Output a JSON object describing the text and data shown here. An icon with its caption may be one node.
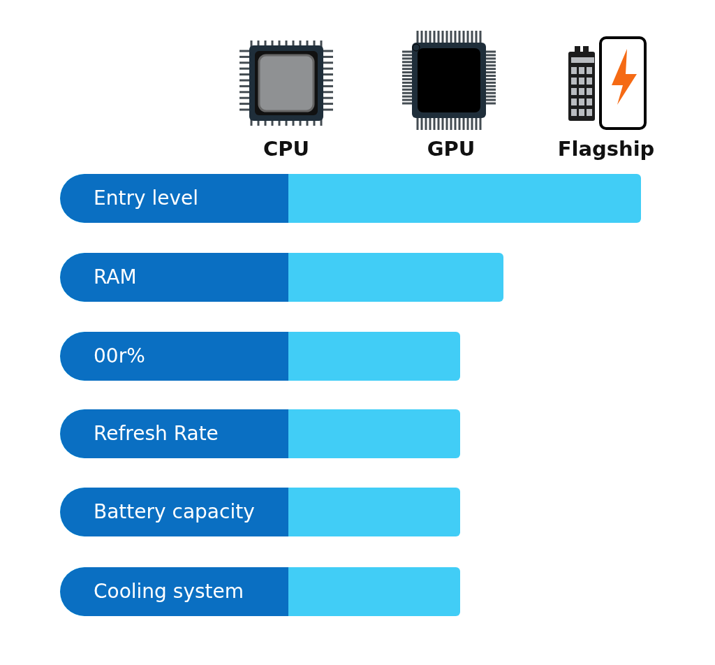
{
  "diagram": {
    "nodes": [
      {
        "text": [
          "Entry level"
        ]
      },
      {
        "text": [
          "RAM"
        ]
      },
      {
        "text": [
          "00r%"
        ]
      },
      {
        "text": [
          "Refresh Rate"
        ]
      },
      {
        "text": [
          "Battery capacity"
        ]
      },
      {
        "text": [
          "Cooling system"
        ]
      }
    ],
    "labels": [
      "CPU",
      "GPU",
      "Flagship"
    ]
  }
}
